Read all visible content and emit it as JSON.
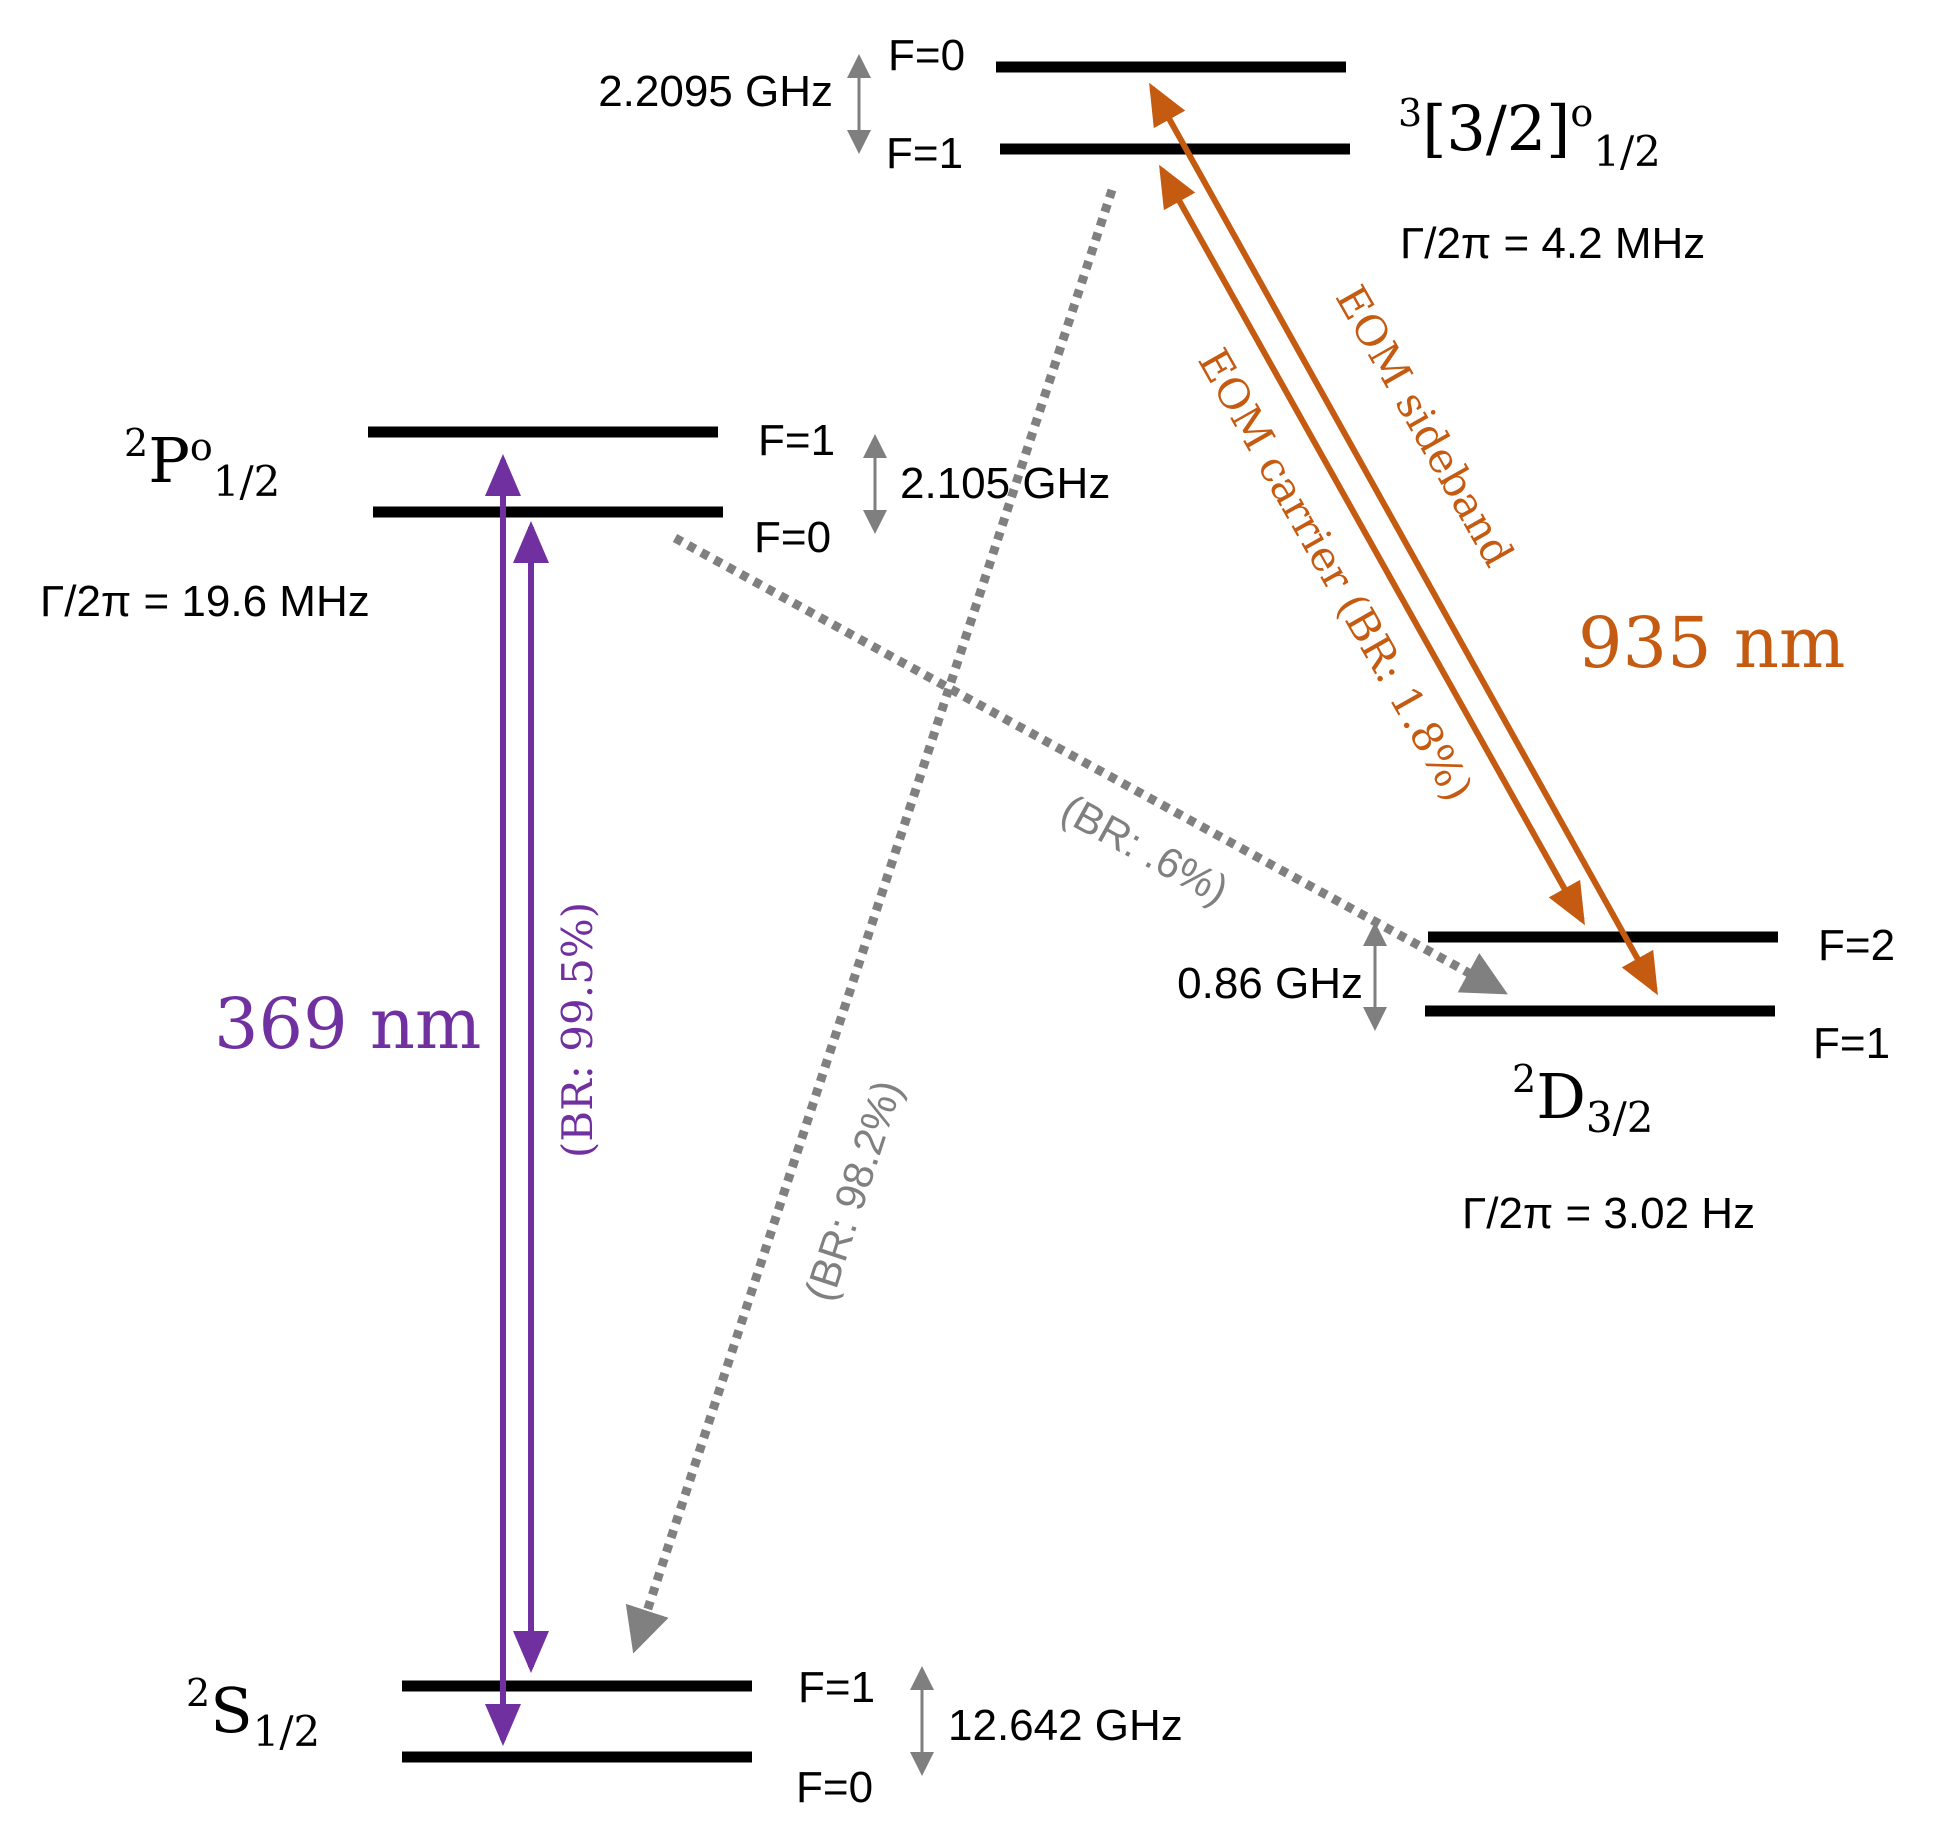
{
  "colors": {
    "level": "#000000",
    "uv": "#7030A0",
    "ir": "#C55A11",
    "decay": "#808080",
    "splitting": "#7f7f7f"
  },
  "states": {
    "s12": {
      "term_sup": "2",
      "term_main": "S",
      "term_sub": "1/2",
      "upper_label": "F=1",
      "lower_label": "F=0",
      "splitting": "12.642 GHz"
    },
    "p12": {
      "term_sup": "2",
      "term_main": "P",
      "term_main_sup": "o",
      "term_sub": "1/2",
      "upper_label": "F=1",
      "lower_label": "F=0",
      "splitting": "2.105 GHz",
      "linewidth": "Γ/2π = 19.6 MHz"
    },
    "d32": {
      "term_sup": "2",
      "term_main": "D",
      "term_sub": "3/2",
      "upper_label": "F=2",
      "lower_label": "F=1",
      "splitting": "0.86 GHz",
      "linewidth": "Γ/2π = 3.02 Hz"
    },
    "b32": {
      "term_sup": "3",
      "term_main": "[3/2]",
      "term_main_sup": "o",
      "term_sub": "1/2",
      "upper_label": "F=0",
      "lower_label": "F=1",
      "splitting": "2.2095 GHz",
      "linewidth": "Γ/2π = 4.2 MHz"
    }
  },
  "transitions": {
    "uv_wavelength": "369 nm",
    "uv_branching": "(BR: 99.5%)",
    "ir_wavelength": "935 nm",
    "ir_carrier": "EOM carrier  (BR: 1.8%)",
    "ir_sideband": "EOM sideband",
    "decay_to_s": "(BR: 98.2%)",
    "decay_to_d": "(BR: .6%)"
  }
}
